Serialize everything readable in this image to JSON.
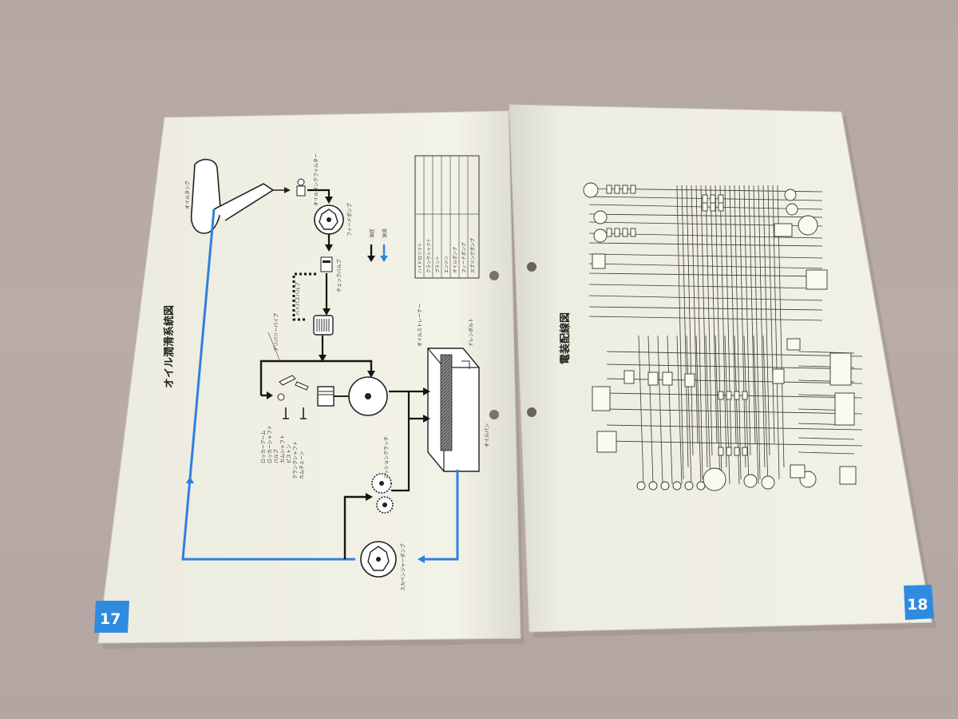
{
  "left_page": {
    "title": "オイル潤滑系統図",
    "page_number": "17",
    "accent_color": "#2f8be0",
    "legend": [
      "油圧",
      "油流"
    ],
    "spec_table": {
      "rows": [
        "ハイドロリフト",
        "クランクシャフト",
        "ブラント",
        "エンジン",
        "オイルポンプ",
        "フィードポンプ",
        "スプリングポンプ"
      ]
    },
    "components": {
      "oil_tank": "オイルタンク",
      "oil_strainer_top": "オイルタンクフィルター",
      "feed_pump": "フィードポンプ",
      "check_valve": "チェックバルブ",
      "delivery_pipe": "デリバリーパイプ",
      "bypass_valve": "バイパスバルブ",
      "oil_strainer": "オイルストレーナー",
      "drain_bolt": "ドレンボルト",
      "oil_pan": "オイルパン",
      "mission_clutch": "ミッションクラッチ",
      "scavenge_pump": "スカベンジャーポンプ",
      "part_list": [
        "ロッカーアーム",
        "ロッカーシャフト",
        "バルブ",
        "カムシャフト",
        "ピストン",
        "クランクシャフト",
        "カムチェーン"
      ]
    }
  },
  "right_page": {
    "title": "電装配線図",
    "page_number": "18",
    "accent_color": "#2f8be0"
  },
  "colors": {
    "paper": "#f3f1e4",
    "oil_line_blue": "#2f7fe0",
    "oil_line_black": "#151515",
    "background": "#b7a9a5"
  }
}
